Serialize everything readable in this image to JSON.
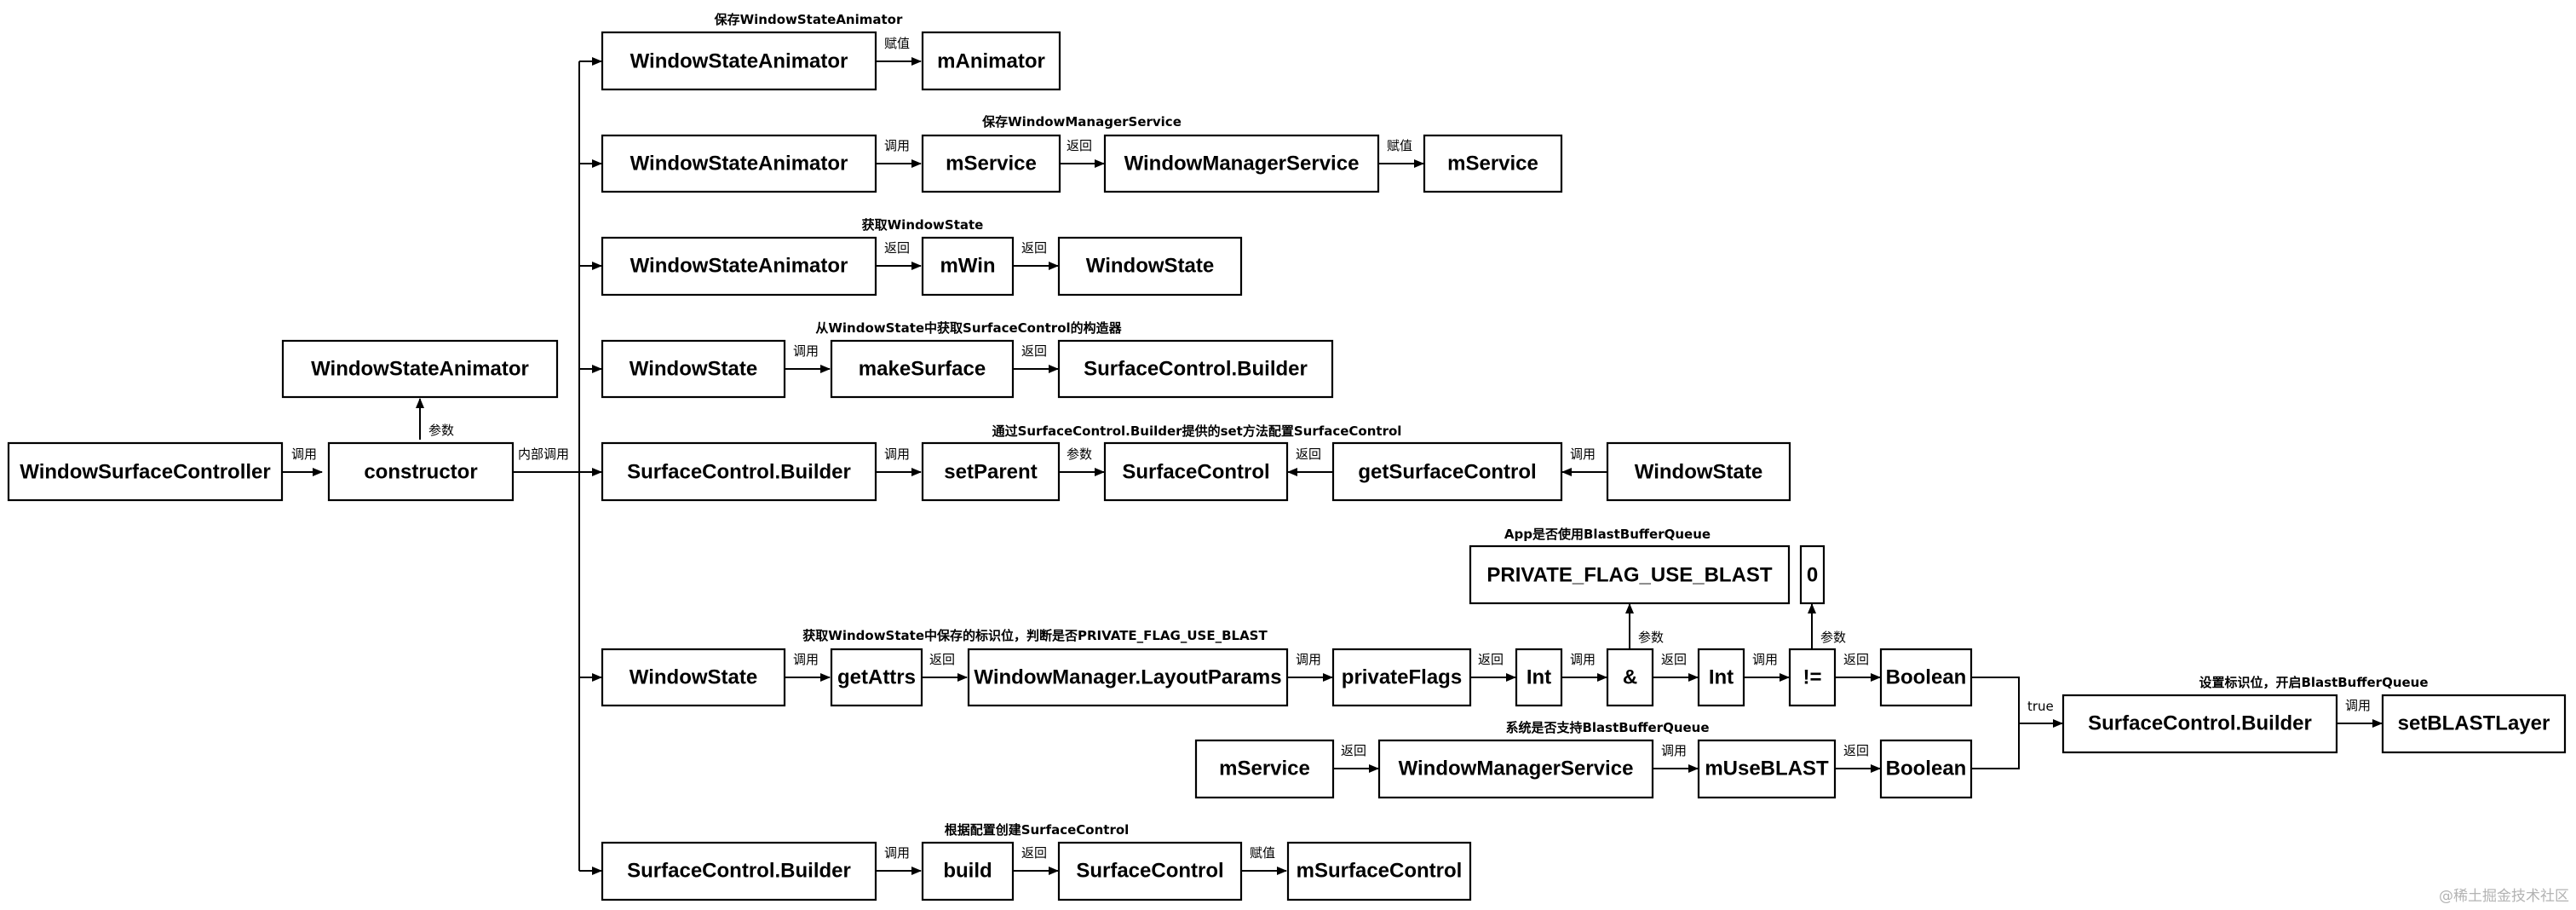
{
  "nodes": {
    "wsc": "WindowSurfaceController",
    "ctor": "constructor",
    "wsaParam": "WindowStateAnimator",
    "r1a": "WindowStateAnimator",
    "r1b": "mAnimator",
    "r2a": "WindowStateAnimator",
    "r2b": "mService",
    "r2c": "WindowManagerService",
    "r2d": "mService",
    "r3a": "WindowStateAnimator",
    "r3b": "mWin",
    "r3c": "WindowState",
    "r4a": "WindowState",
    "r4b": "makeSurface",
    "r4c": "SurfaceControl.Builder",
    "r5a": "SurfaceControl.Builder",
    "r5b": "setParent",
    "r5c": "SurfaceControl",
    "r5d": "getSurfaceControl",
    "r5e": "WindowState",
    "r6a": "WindowState",
    "r6b": "getAttrs",
    "r6c": "WindowManager.LayoutParams",
    "r6d": "privateFlags",
    "r6e": "Int",
    "r6f": "&",
    "r6g": "Int",
    "r6h": "!=",
    "r6i": "Boolean",
    "flag": "PRIVATE_FLAG_USE_BLAST",
    "zero": "0",
    "r7a": "mService",
    "r7b": "WindowManagerService",
    "r7c": "mUseBLAST",
    "r7d": "Boolean",
    "r8a": "SurfaceControl.Builder",
    "r8b": "setBLASTLayer",
    "r9a": "SurfaceControl.Builder",
    "r9b": "build",
    "r9c": "SurfaceControl",
    "r9d": "mSurfaceControl"
  },
  "edge_labels": {
    "call": "调用",
    "ret": "返回",
    "assign": "赋值",
    "param": "参数",
    "internal": "内部调用",
    "true": "true"
  },
  "captions": {
    "r1": "保存WindowStateAnimator",
    "r2": "保存WindowManagerService",
    "r3": "获取WindowState",
    "r4": "从WindowState中获取SurfaceControl的构造器",
    "r5": "通过SurfaceControl.Builder提供的set方法配置SurfaceControl",
    "blast": "App是否使用BlastBufferQueue",
    "r6": "获取WindowState中保存的标识位，判断是否PRIVATE_FLAG_USE_BLAST",
    "r7": "系统是否支持BlastBufferQueue",
    "r8": "设置标识位，开启BlastBufferQueue",
    "r9": "根据配置创建SurfaceControl"
  },
  "watermark": "@稀土掘金技术社区"
}
